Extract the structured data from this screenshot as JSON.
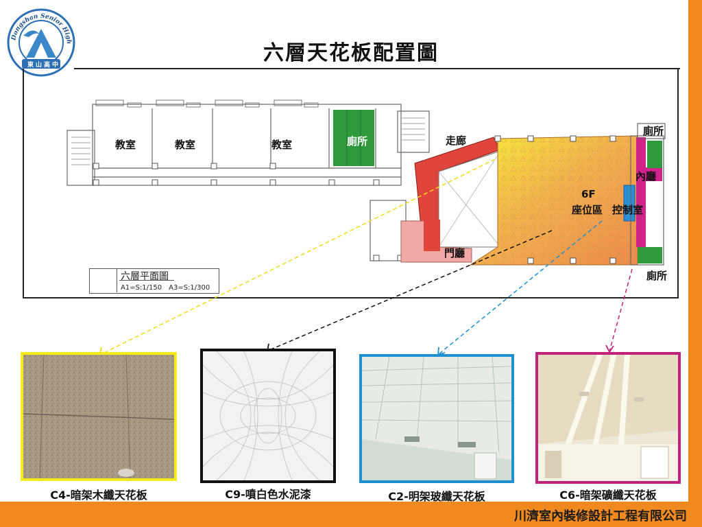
{
  "title": "六層天花板配置圖",
  "logo": {
    "ring_text": "Dongshan Senior High School",
    "school_chars": [
      "東",
      "山",
      "高",
      "中"
    ]
  },
  "floor_plan": {
    "rooms": [
      {
        "id": "classroom-1",
        "label": "教室"
      },
      {
        "id": "classroom-2",
        "label": "教室"
      },
      {
        "id": "classroom-3",
        "label": "教室"
      },
      {
        "id": "restroom-left",
        "label": "廁所"
      },
      {
        "id": "corridor",
        "label": "走廊"
      },
      {
        "id": "restroom-top-right",
        "label": "廁所"
      },
      {
        "id": "inner-hall",
        "label": "內廳"
      },
      {
        "id": "seating-floor",
        "label": "6F"
      },
      {
        "id": "seating-area",
        "label": "座位區"
      },
      {
        "id": "control-room",
        "label": "控制室"
      },
      {
        "id": "lobby",
        "label": "門廳"
      },
      {
        "id": "restroom-bottom-right",
        "label": "廁所"
      }
    ],
    "legend": {
      "title": "六層平面圖",
      "scale": "A1=S:1/150　A3=S:1/300"
    }
  },
  "samples": [
    {
      "id": "c4",
      "caption": "C4-暗架木纖天花板",
      "border_color": "#f5ea1a"
    },
    {
      "id": "c9",
      "caption": "C9-噴白色水泥漆",
      "border_color": "#111111"
    },
    {
      "id": "c2",
      "caption": "C2-明架玻纖天花板",
      "border_color": "#1e90d0"
    },
    {
      "id": "c6",
      "caption": "C6-暗架礦纖天花板",
      "border_color": "#c2227a"
    }
  ],
  "colors": {
    "accent_orange": "#f08a1e",
    "zone_yellow": "#f3e23a",
    "zone_orange": "#ef9a52",
    "zone_red": "#e0453c",
    "zone_pink": "#f2a8a4",
    "zone_green": "#2e9a3c",
    "zone_magenta": "#d1238a",
    "zone_blue": "#2a8fd6"
  },
  "footer": {
    "company": "川濟室內裝修設計工程有限公司"
  }
}
